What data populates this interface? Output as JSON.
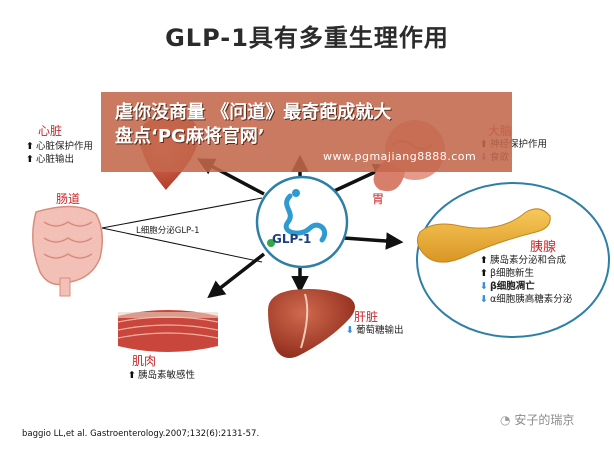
{
  "title": "GLP-1具有多重生理作用",
  "center": {
    "label": "GLP-1"
  },
  "intestine": {
    "label": "肠道",
    "arrow_text": "L细胞分泌GLP-1"
  },
  "heart": {
    "label": "心脏",
    "effects": [
      {
        "dir": "up",
        "text": "心脏保护作用"
      },
      {
        "dir": "up",
        "text": "心脏输出"
      }
    ]
  },
  "stomach": {
    "label": "胃"
  },
  "brain": {
    "label": "大脑",
    "effects": [
      {
        "dir": "up",
        "text": "神经保护作用"
      },
      {
        "dir": "down",
        "text": "食欲"
      }
    ]
  },
  "pancreas": {
    "label": "胰腺",
    "effects": [
      {
        "dir": "up",
        "text": "胰岛素分泌和合成"
      },
      {
        "dir": "up",
        "text": "β细胞新生"
      },
      {
        "dir": "down",
        "text": "β细胞凋亡"
      },
      {
        "dir": "down",
        "text": "α细胞胰高糖素分泌"
      }
    ]
  },
  "liver": {
    "label": "肝脏",
    "effects": [
      {
        "dir": "down",
        "text": "葡萄糖输出"
      }
    ]
  },
  "muscle": {
    "label": "肌肉",
    "effects": [
      {
        "dir": "up",
        "text": "胰岛素敏感性"
      }
    ]
  },
  "banner": {
    "line1": "虐你没商量 《问道》最奇葩成就大",
    "line2": "盘点‘PG麻将官网’",
    "url": "www.pgmajiang8888.com"
  },
  "citation": "baggio LL,et al. Gastroenterology.2007;132(6):2131-57.",
  "watermark": "安子的瑞京",
  "arrows": {
    "up": "⬆",
    "down": "⬇"
  },
  "colors": {
    "organ_label": "#c8262b",
    "down_arrow": "#3a8fd8"
  }
}
